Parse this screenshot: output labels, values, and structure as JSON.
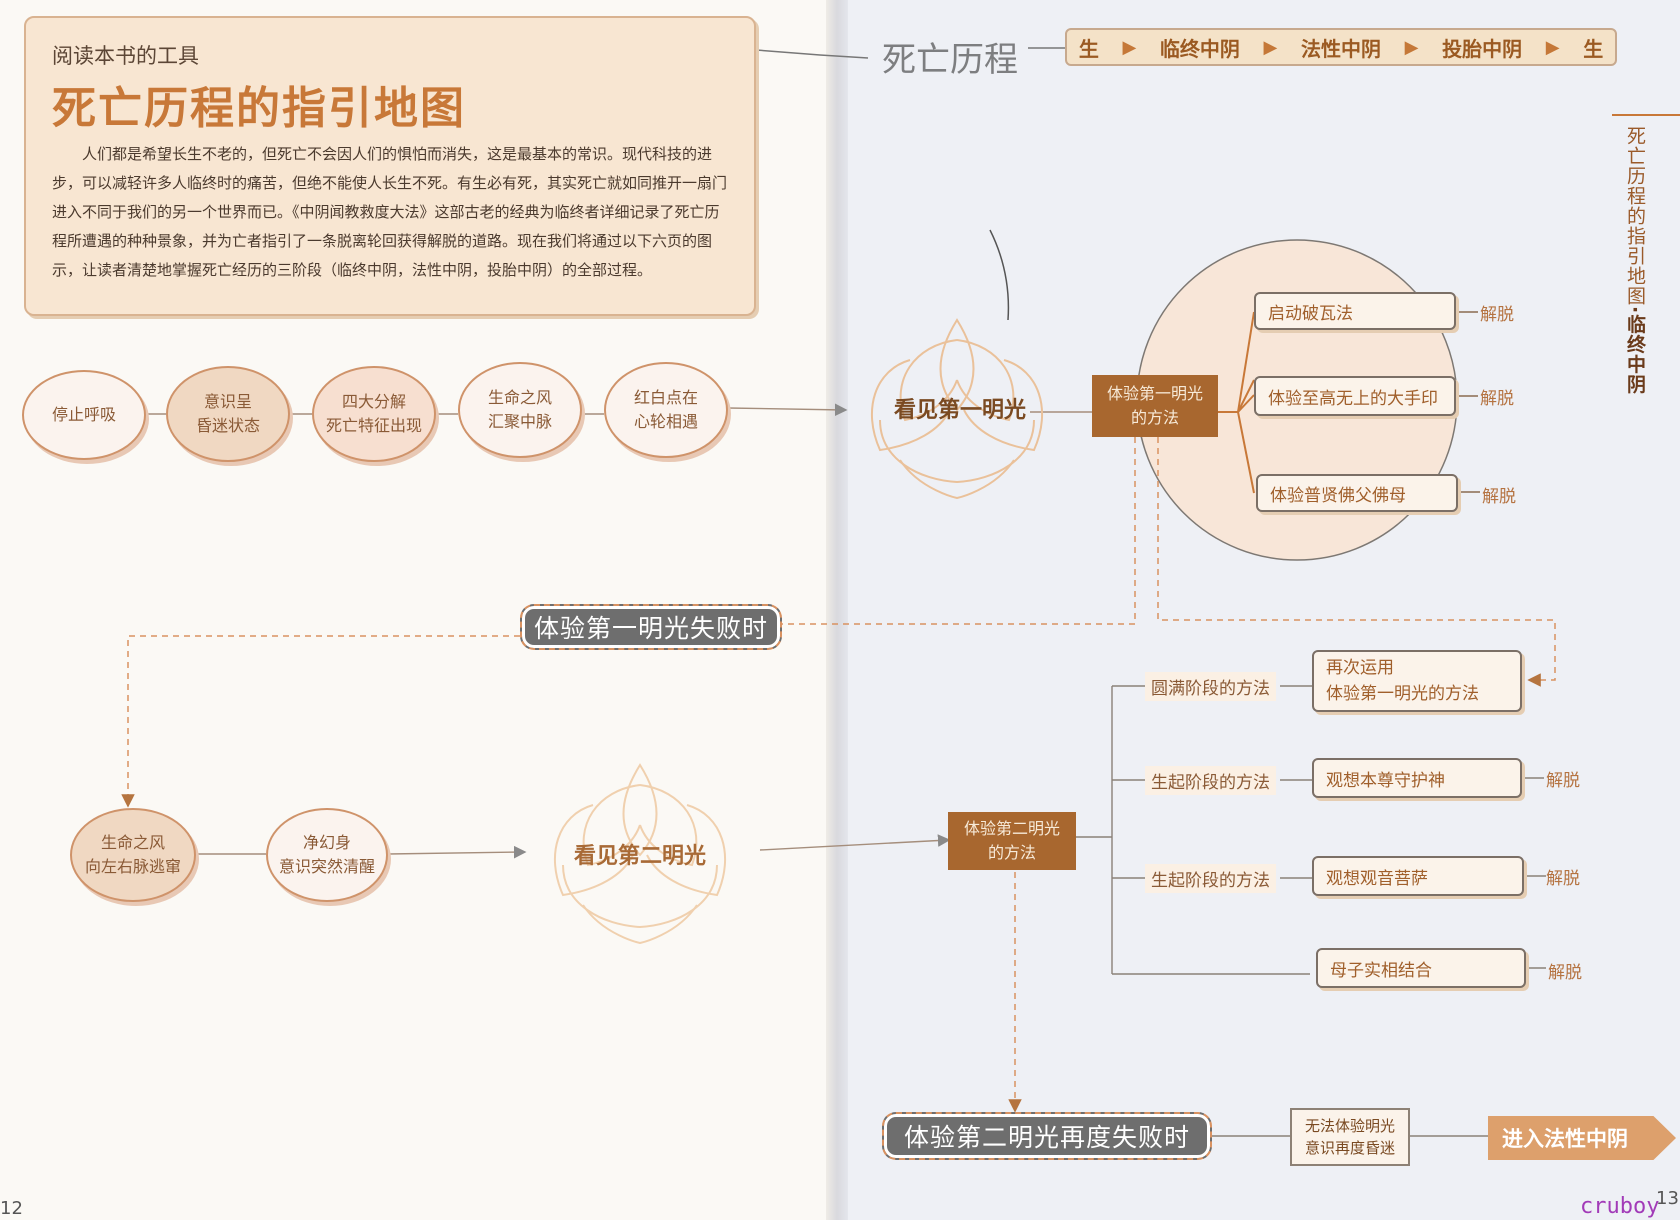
{
  "intro": {
    "kicker": "阅读本书的工具",
    "title": "死亡历程的指引地图",
    "body": "人们都是希望长生不老的，但死亡不会因人们的惧怕而消失，这是最基本的常识。现代科技的进步，可以减轻许多人临终时的痛苦，但绝不能使人长生不死。有生必有死，其实死亡就如同推开一扇门进入不同于我们的另一个世界而已。《中阴闻教救度大法》这部古老的经典为临终者详细记录了死亡历程所遭遇的种种景象，并为亡者指引了一条脱离轮回获得解脱的道路。现在我们将通过以下六页的图示，让读者清楚地掌握死亡经历的三阶段（临终中阴，法性中阴，投胎中阴）的全部过程。"
  },
  "header": {
    "title": "死亡历程",
    "stages": [
      "生",
      "临终中阴",
      "法性中阴",
      "投胎中阴",
      "生"
    ]
  },
  "side_title": {
    "main": "死亡历程的指引地图",
    "dot": "·",
    "sub": "临终中阴"
  },
  "row1_steps": [
    "停止呼吸",
    "意识呈\n昏迷状态",
    "四大分解\n死亡特征出现",
    "生命之风\n汇聚中脉",
    "红白点在\n心轮相遇"
  ],
  "first_light": {
    "label": "看见第一明光",
    "method": "体验第一明光\n的方法",
    "options": [
      "启动破瓦法",
      "体验至高无上的大手印",
      "体验普贤佛父佛母"
    ],
    "result": "解脱"
  },
  "fail1": "体验第一明光失败时",
  "row2_steps": [
    "生命之风\n向左右脉逃窜",
    "净幻身\n意识突然清醒"
  ],
  "second_light": {
    "label": "看见第二明光",
    "method": "体验第二明光\n的方法",
    "stages": [
      "圆满阶段的方法",
      "生起阶段的方法",
      "生起阶段的方法"
    ],
    "options": [
      "再次运用\n体验第一明光的方法",
      "观想本尊守护神",
      "观想观音菩萨",
      "母子实相结合"
    ],
    "result": "解脱"
  },
  "fail2": "体验第二明光再度失败时",
  "fail2_result": "无法体验明光\n意识再度昏迷",
  "enter": "进入法性中阴",
  "page_left": "12",
  "page_right": "13",
  "watermark": "cruboy",
  "colors": {
    "accent": "#c87838",
    "method_box": "#a8672f",
    "oval_fill": "#f7dfd0",
    "banner": "#6e6e6e"
  }
}
